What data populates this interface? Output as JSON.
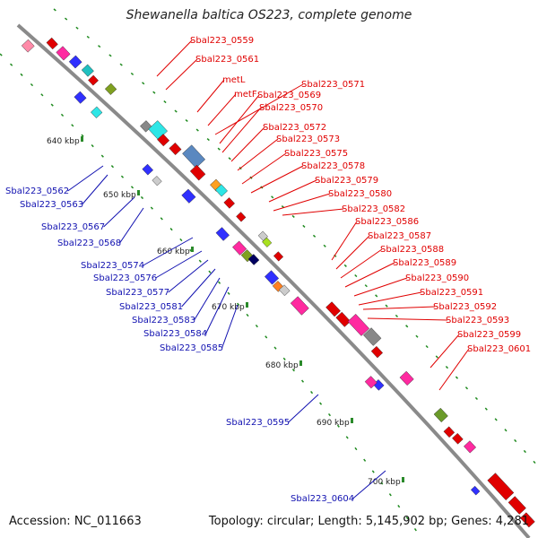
{
  "title": "Shewanella baltica OS223, complete genome",
  "footer": {
    "accession": "Accession: NC_011663",
    "topology": "Topology: circular; Length: 5,145,902 bp; Genes: 4,281"
  },
  "colors": {
    "backbone": "#8a8a8a",
    "forward_label": "#e00000",
    "reverse_label": "#1010b0",
    "tick": "#2a8a2a"
  },
  "kbp_ticks": [
    "640 kbp",
    "650 kbp",
    "660 kbp",
    "670 kbp",
    "680 kbp",
    "690 kbp",
    "700 kbp"
  ],
  "forward_labels": [
    "Sbal223_0559",
    "Sbal223_0561",
    "metL",
    "metF",
    "Sbal223_0571",
    "Sbal223_0569",
    "Sbal223_0570",
    "Sbal223_0572",
    "Sbal223_0573",
    "Sbal223_0575",
    "Sbal223_0578",
    "Sbal223_0579",
    "Sbal223_0580",
    "Sbal223_0582",
    "Sbal223_0586",
    "Sbal223_0587",
    "Sbal223_0588",
    "Sbal223_0589",
    "Sbal223_0590",
    "Sbal223_0591",
    "Sbal223_0592",
    "Sbal223_0593",
    "Sbal223_0599",
    "Sbal223_0601"
  ],
  "reverse_labels": [
    "Sbal223_0562",
    "Sbal223_0563",
    "Sbal223_0567",
    "Sbal223_0568",
    "Sbal223_0574",
    "Sbal223_0576",
    "Sbal223_0577",
    "Sbal223_0581",
    "Sbal223_0583",
    "Sbal223_0584",
    "Sbal223_0585",
    "Sbal223_0595",
    "Sbal223_0604"
  ]
}
